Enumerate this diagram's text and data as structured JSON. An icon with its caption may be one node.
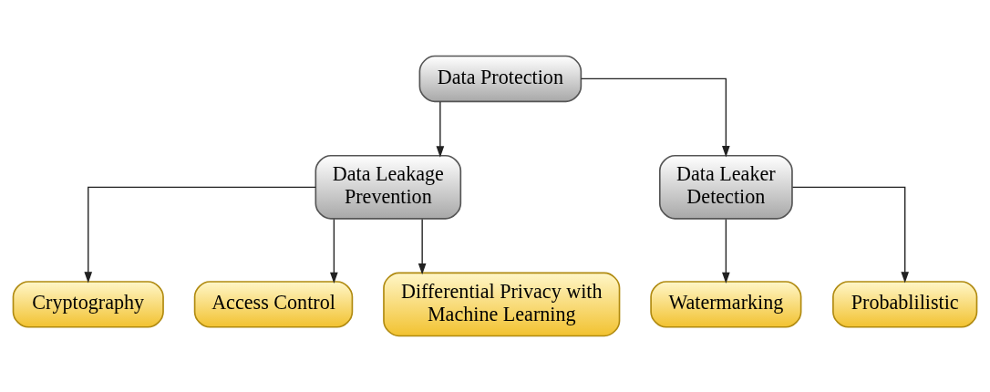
{
  "diagram": {
    "nodes": [
      {
        "text": [
          "Data Protection"
        ]
      },
      {
        "text": [
          "Data Leakage Prevention"
        ]
      },
      {
        "text": [
          "Data Leaker Detection"
        ]
      },
      {
        "text": [
          "Cryptography"
        ]
      },
      {
        "text": [
          "Access Control"
        ]
      },
      {
        "text": [
          "Differential Privacy with Machine Learning"
        ]
      },
      {
        "text": [
          "Watermarking"
        ]
      },
      {
        "text": [
          "Probablilistic"
        ]
      }
    ],
    "edges": [
      {
        "from": 0,
        "to": 1,
        "arrow": "to"
      },
      {
        "from": 0,
        "to": 2,
        "arrow": "to"
      },
      {
        "from": 1,
        "to": 3,
        "arrow": "to"
      },
      {
        "from": 1,
        "to": 4,
        "arrow": "to"
      },
      {
        "from": 1,
        "to": 5,
        "arrow": "to"
      },
      {
        "from": 2,
        "to": 6,
        "arrow": "to"
      },
      {
        "from": 2,
        "to": 7,
        "arrow": "to"
      }
    ]
  }
}
